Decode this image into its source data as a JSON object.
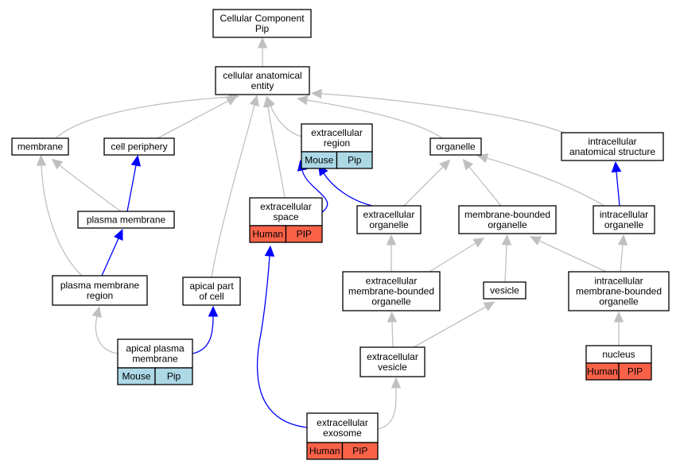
{
  "colors": {
    "is_a_edge": "#c0c0c0",
    "part_of_edge": "#0000ff",
    "human_cell": "#fa6248",
    "mouse_cell": "#add8e6"
  },
  "nodes": {
    "root": {
      "lines": [
        "Cellular Component",
        "Pip"
      ]
    },
    "cellular_anatomical_entity": {
      "lines": [
        "cellular anatomical",
        "entity"
      ]
    },
    "membrane": {
      "lines": [
        "membrane"
      ]
    },
    "cell_periphery": {
      "lines": [
        "cell periphery"
      ]
    },
    "extracellular_region": {
      "lines": [
        "extracellular",
        "region"
      ],
      "annotations": [
        "Mouse",
        "Pip"
      ]
    },
    "organelle": {
      "lines": [
        "organelle"
      ]
    },
    "intracellular_anatomical_structure": {
      "lines": [
        "intracellular",
        "anatomical structure"
      ]
    },
    "plasma_membrane": {
      "lines": [
        "plasma membrane"
      ]
    },
    "extracellular_space": {
      "lines": [
        "extracellular",
        "space"
      ],
      "annotations": [
        "Human",
        "PIP"
      ]
    },
    "extracellular_organelle": {
      "lines": [
        "extracellular",
        "organelle"
      ]
    },
    "membrane_bounded_organelle": {
      "lines": [
        "membrane-bounded",
        "organelle"
      ]
    },
    "intracellular_organelle": {
      "lines": [
        "intracellular",
        "organelle"
      ]
    },
    "plasma_membrane_region": {
      "lines": [
        "plasma membrane",
        "region"
      ]
    },
    "apical_part_of_cell": {
      "lines": [
        "apical part",
        "of cell"
      ]
    },
    "extracellular_membrane_bounded_organelle": {
      "lines": [
        "extracellular",
        "membrane-bounded",
        "organelle"
      ]
    },
    "vesicle": {
      "lines": [
        "vesicle"
      ]
    },
    "intracellular_membrane_bounded_organelle": {
      "lines": [
        "intracellular",
        "membrane-bounded",
        "organelle"
      ]
    },
    "apical_plasma_membrane": {
      "lines": [
        "apical plasma",
        "membrane"
      ],
      "annotations": [
        "Mouse",
        "Pip"
      ]
    },
    "extracellular_vesicle": {
      "lines": [
        "extracellular",
        "vesicle"
      ]
    },
    "nucleus": {
      "lines": [
        "nucleus"
      ],
      "annotations": [
        "Human",
        "PIP"
      ]
    },
    "extracellular_exosome": {
      "lines": [
        "extracellular",
        "exosome"
      ],
      "annotations": [
        "Human",
        "PIP"
      ]
    }
  },
  "edges": [
    {
      "from": "cellular_anatomical_entity",
      "to": "root",
      "relation": "is_a"
    },
    {
      "from": "membrane",
      "to": "cellular_anatomical_entity",
      "relation": "is_a"
    },
    {
      "from": "cell_periphery",
      "to": "cellular_anatomical_entity",
      "relation": "is_a"
    },
    {
      "from": "extracellular_region",
      "to": "cellular_anatomical_entity",
      "relation": "is_a"
    },
    {
      "from": "organelle",
      "to": "cellular_anatomical_entity",
      "relation": "is_a"
    },
    {
      "from": "intracellular_anatomical_structure",
      "to": "cellular_anatomical_entity",
      "relation": "is_a"
    },
    {
      "from": "extracellular_space",
      "to": "cellular_anatomical_entity",
      "relation": "is_a"
    },
    {
      "from": "apical_part_of_cell",
      "to": "cellular_anatomical_entity",
      "relation": "is_a"
    },
    {
      "from": "plasma_membrane",
      "to": "membrane",
      "relation": "is_a"
    },
    {
      "from": "plasma_membrane",
      "to": "cell_periphery",
      "relation": "part_of"
    },
    {
      "from": "plasma_membrane_region",
      "to": "membrane",
      "relation": "is_a"
    },
    {
      "from": "plasma_membrane_region",
      "to": "plasma_membrane",
      "relation": "part_of"
    },
    {
      "from": "extracellular_space",
      "to": "extracellular_region",
      "relation": "part_of"
    },
    {
      "from": "extracellular_organelle",
      "to": "extracellular_region",
      "relation": "part_of"
    },
    {
      "from": "extracellular_organelle",
      "to": "organelle",
      "relation": "is_a"
    },
    {
      "from": "membrane_bounded_organelle",
      "to": "organelle",
      "relation": "is_a"
    },
    {
      "from": "intracellular_organelle",
      "to": "organelle",
      "relation": "is_a"
    },
    {
      "from": "intracellular_organelle",
      "to": "intracellular_anatomical_structure",
      "relation": "part_of"
    },
    {
      "from": "extracellular_membrane_bounded_organelle",
      "to": "extracellular_organelle",
      "relation": "is_a"
    },
    {
      "from": "extracellular_membrane_bounded_organelle",
      "to": "membrane_bounded_organelle",
      "relation": "is_a"
    },
    {
      "from": "vesicle",
      "to": "membrane_bounded_organelle",
      "relation": "is_a"
    },
    {
      "from": "intracellular_membrane_bounded_organelle",
      "to": "membrane_bounded_organelle",
      "relation": "is_a"
    },
    {
      "from": "intracellular_membrane_bounded_organelle",
      "to": "intracellular_organelle",
      "relation": "is_a"
    },
    {
      "from": "apical_plasma_membrane",
      "to": "plasma_membrane_region",
      "relation": "is_a"
    },
    {
      "from": "apical_plasma_membrane",
      "to": "apical_part_of_cell",
      "relation": "part_of"
    },
    {
      "from": "extracellular_vesicle",
      "to": "extracellular_membrane_bounded_organelle",
      "relation": "is_a"
    },
    {
      "from": "extracellular_vesicle",
      "to": "vesicle",
      "relation": "is_a"
    },
    {
      "from": "nucleus",
      "to": "intracellular_membrane_bounded_organelle",
      "relation": "is_a"
    },
    {
      "from": "extracellular_exosome",
      "to": "extracellular_vesicle",
      "relation": "is_a"
    },
    {
      "from": "extracellular_exosome",
      "to": "extracellular_space",
      "relation": "part_of"
    }
  ]
}
